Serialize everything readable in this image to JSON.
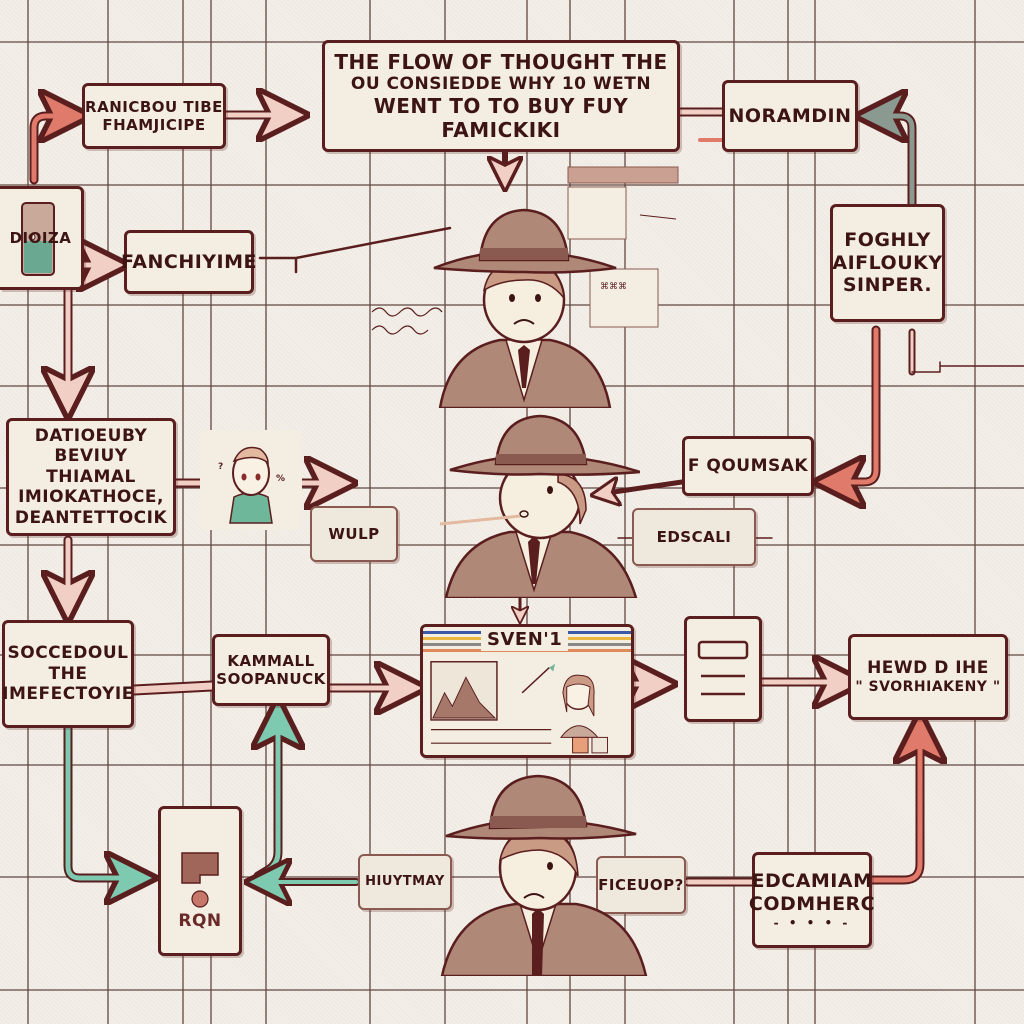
{
  "diagram": {
    "title": {
      "lines": [
        "The flow of thought the",
        "ou consiedde why 10 wetn",
        "went to to buy fuy famickiki"
      ]
    },
    "nodes": {
      "top_left": {
        "lines": [
          "Ranicbou tibe",
          "Fhamjicipe"
        ]
      },
      "top_right": {
        "lines": [
          "Noramdin"
        ]
      },
      "left_device": {
        "label": "Dioiza",
        "icon": "device-icon"
      },
      "mid_left": {
        "lines": [
          "Fanchiyime"
        ]
      },
      "right_tall": {
        "lines": [
          "Foghly",
          "Aiflouky",
          "Sinper."
        ]
      },
      "left_big": {
        "lines": [
          "Datioeuby",
          "Beviuy thiamal",
          "Imiokathoce,",
          "Deantettocik"
        ]
      },
      "face_panel": {
        "icon": "confused-child-icon"
      },
      "help": {
        "lines": [
          "Wulp"
        ]
      },
      "right_mid": {
        "lines": [
          "F qoumsak"
        ]
      },
      "edscali": {
        "lines": [
          "Edscali"
        ]
      },
      "left_lower": {
        "lines": [
          "Soccedoul",
          "the",
          "Imefectoyie"
        ]
      },
      "kammall": {
        "lines": [
          "Kammall",
          "Soopanuck"
        ]
      },
      "store_panel": {
        "sign": "Sven'1",
        "icon": "convenience-store-icon"
      },
      "document": {
        "icon": "document-icon"
      },
      "hewd": {
        "lines": [
          "Hewd d ihe",
          "\" Svorhiakeny \""
        ]
      },
      "room": {
        "label": "Rqn",
        "icon": "room-sign-icon"
      },
      "hiuytmay": {
        "lines": [
          "Hiuytmay"
        ]
      },
      "ficeuop": {
        "lines": [
          "Ficeuop?"
        ]
      },
      "edcamiam": {
        "lines": [
          "Edcamiam",
          "Codmherc"
        ],
        "ellipsis": "- • • • -"
      }
    },
    "characters": [
      {
        "name": "detective-thinking",
        "icon": "detective-frown-icon"
      },
      {
        "name": "detective-whistling",
        "icon": "detective-whistle-icon"
      },
      {
        "name": "detective-worried",
        "icon": "detective-worried-icon"
      }
    ],
    "colors": {
      "background": "#f3efe8",
      "grid_line": "#4a2a25",
      "box_fill": "#f4eee2",
      "box_border": "#5a1e1e",
      "arrow_red": "#e07a6a",
      "arrow_pink": "#f2cfc4",
      "arrow_teal": "#7ecab0",
      "arrow_grey": "#8a9a90",
      "ink": "#3d1414",
      "skin": "#f6efe0",
      "coat": "#b08878"
    }
  }
}
